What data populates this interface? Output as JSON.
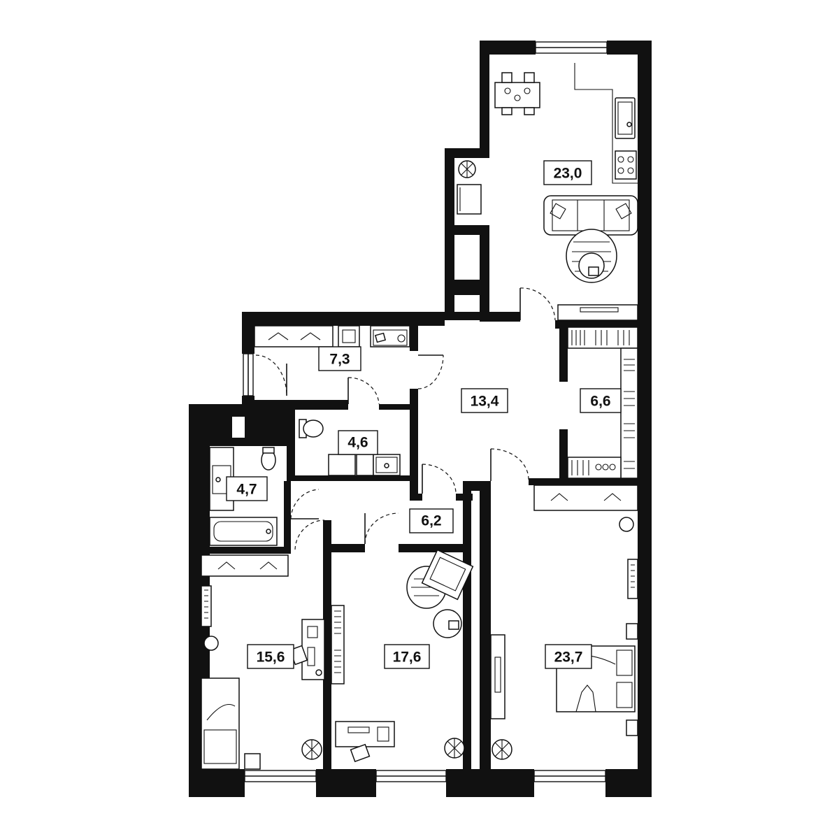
{
  "rooms": [
    {
      "id": "living-kitchen",
      "area": "23,0"
    },
    {
      "id": "wardrobe-entry",
      "area": "7,3"
    },
    {
      "id": "hall",
      "area": "13,4"
    },
    {
      "id": "walk-in-closet",
      "area": "6,6"
    },
    {
      "id": "bathroom-small",
      "area": "4,6"
    },
    {
      "id": "bathroom",
      "area": "4,7"
    },
    {
      "id": "corridor",
      "area": "6,2"
    },
    {
      "id": "bedroom-left",
      "area": "15,6"
    },
    {
      "id": "bedroom-middle",
      "area": "17,6"
    },
    {
      "id": "bedroom-master",
      "area": "23,7"
    }
  ],
  "colors": {
    "wall": "#111111",
    "background": "#ffffff"
  }
}
